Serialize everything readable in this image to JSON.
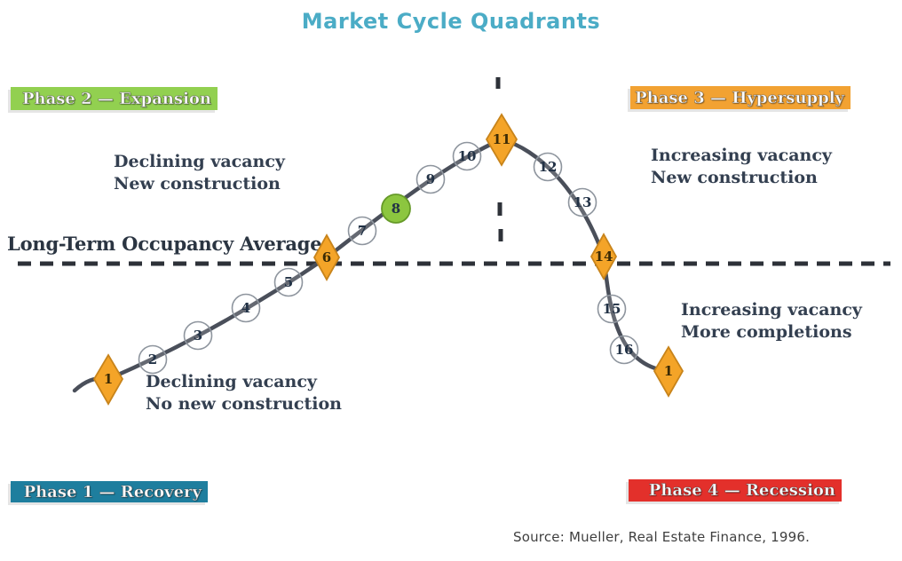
{
  "title": "Market Cycle Quadrants",
  "phases": {
    "expansion": {
      "label": "Phase 2 — Expansion",
      "color": "#92D050"
    },
    "hypersupply": {
      "label": "Phase 3 — Hypersupply",
      "color": "#F2A232"
    },
    "recovery": {
      "label": "Phase 1 — Recovery",
      "color": "#1E7E9E"
    },
    "recession": {
      "label": "Phase 4 — Recession",
      "color": "#E3302B"
    }
  },
  "annotations": {
    "expansion": {
      "line1": "Declining vacancy",
      "line2": "New construction"
    },
    "hypersupply": {
      "line1": "Increasing vacancy",
      "line2": "New construction"
    },
    "recovery": {
      "line1": "Declining vacancy",
      "line2": "No new construction"
    },
    "recession": {
      "line1": "Increasing vacancy",
      "line2": "More completions"
    }
  },
  "occupancy_label": "Long-Term Occupancy Average",
  "source": "Source: Mueller, Real Estate Finance, 1996.",
  "colors": {
    "title": "#4BACC6",
    "curve": "#4A4F5A",
    "diamond_marker": "#F4A428",
    "green_marker": "#8CC63F",
    "dashed_line": "#2D3138",
    "annotation_text": "#333F50"
  },
  "curve": {
    "points": [
      {
        "n": "1",
        "marker": "diamond"
      },
      {
        "n": "2",
        "marker": "circle"
      },
      {
        "n": "3",
        "marker": "circle"
      },
      {
        "n": "4",
        "marker": "circle"
      },
      {
        "n": "5",
        "marker": "circle"
      },
      {
        "n": "6",
        "marker": "diamond"
      },
      {
        "n": "7",
        "marker": "circle"
      },
      {
        "n": "8",
        "marker": "green-circle"
      },
      {
        "n": "9",
        "marker": "circle"
      },
      {
        "n": "10",
        "marker": "circle"
      },
      {
        "n": "11",
        "marker": "diamond"
      },
      {
        "n": "12",
        "marker": "circle"
      },
      {
        "n": "13",
        "marker": "circle"
      },
      {
        "n": "14",
        "marker": "diamond"
      },
      {
        "n": "15",
        "marker": "circle"
      },
      {
        "n": "16",
        "marker": "circle"
      },
      {
        "n": "1",
        "marker": "diamond"
      }
    ]
  }
}
